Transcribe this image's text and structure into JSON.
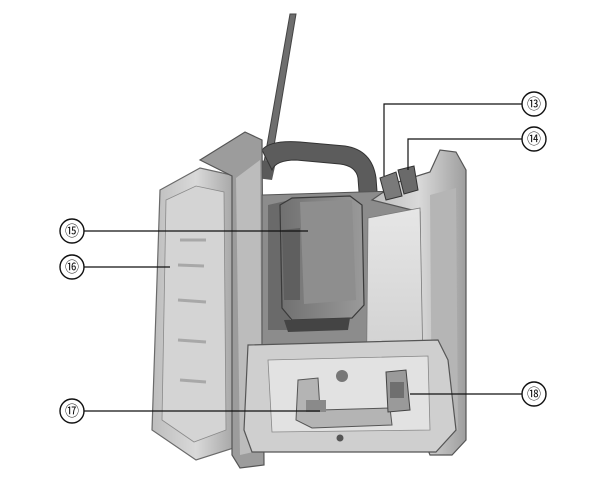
{
  "callouts": [
    {
      "label": "⑬"
    },
    {
      "label": "⑭"
    },
    {
      "label": "⑮"
    },
    {
      "label": "⑯"
    },
    {
      "label": "⑰"
    },
    {
      "label": "⑱"
    }
  ]
}
